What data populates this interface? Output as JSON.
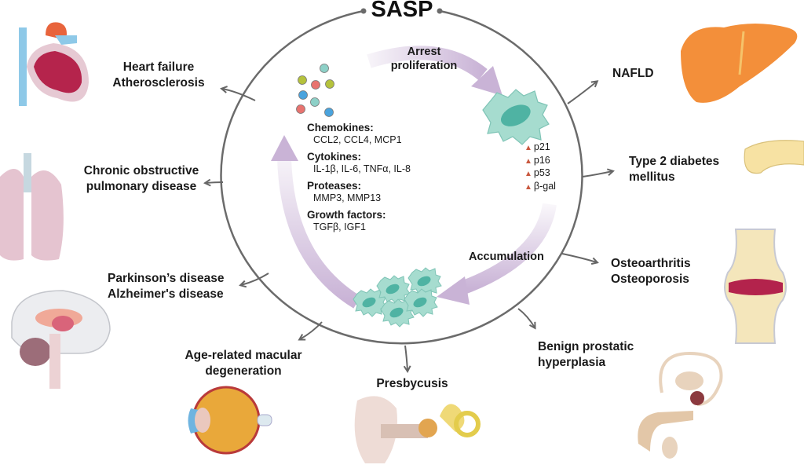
{
  "title": "SASP",
  "colors": {
    "ring": "#6b6b6b",
    "cycle_arrow": "#c9b3d6",
    "cell_fill": "#a6dccf",
    "cell_nucleus": "#4fb3a3",
    "marker_triangle": "#c9583f",
    "text": "#1a1a1a"
  },
  "cycle": {
    "arrest": [
      "Arrest",
      "proliferation"
    ],
    "accumulation": "Accumulation"
  },
  "sasp_factors": [
    {
      "heading": "Chemokines:",
      "values": "CCL2, CCL4, MCP1"
    },
    {
      "heading": "Cytokines:",
      "values": "IL-1β, IL-6, TNFα, IL-8"
    },
    {
      "heading": "Proteases:",
      "values": "MMP3, MMP13"
    },
    {
      "heading": "Growth factors:",
      "values": "TGFβ, IGF1"
    }
  ],
  "senescence_markers": [
    "p21",
    "p16",
    "p53",
    "β-gal"
  ],
  "marker_symbol": "▲",
  "secreted_particles": [
    {
      "color": "#8dd0c7"
    },
    {
      "color": "#b5c23c"
    },
    {
      "color": "#e8736f"
    },
    {
      "color": "#b5c23c"
    },
    {
      "color": "#4aa3dd"
    },
    {
      "color": "#8dd0c7"
    },
    {
      "color": "#e8736f"
    },
    {
      "color": "#4aa3dd"
    }
  ],
  "diseases": {
    "heart": [
      "Heart failure",
      "Atherosclerosis"
    ],
    "copd": [
      "Chronic obstructive",
      "pulmonary disease"
    ],
    "neuro": [
      "Parkinson’s disease",
      "Alzheimer's disease"
    ],
    "amd": [
      "Age-related macular",
      "degeneration"
    ],
    "presbycusis": [
      "Presbycusis"
    ],
    "bph": [
      "Benign prostatic",
      "hyperplasia"
    ],
    "osteo": [
      "Osteoarthritis",
      "Osteoporosis"
    ],
    "diabetes": [
      "Type 2 diabetes",
      "mellitus"
    ],
    "nafld": [
      "NAFLD"
    ]
  }
}
